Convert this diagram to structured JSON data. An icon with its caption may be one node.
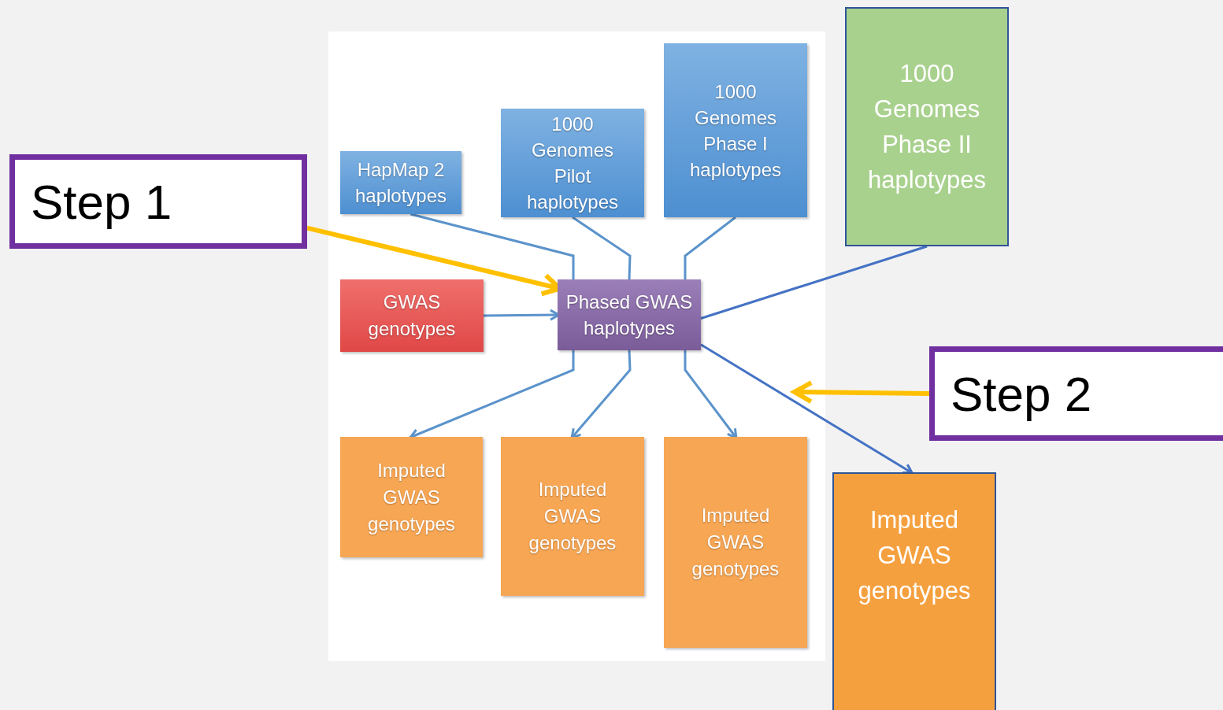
{
  "diagram": {
    "nodes": [
      {
        "text": [
          "HapMap 2 haplotypes"
        ]
      },
      {
        "text": [
          "1000 Genomes Pilot haplotypes"
        ]
      },
      {
        "text": [
          "1000 Genomes Phase I haplotypes"
        ]
      },
      {
        "text": [
          "1000 Genomes Phase II haplotypes"
        ]
      },
      {
        "text": [
          "GWAS genotypes"
        ]
      },
      {
        "text": [
          "Phased GWAS haplotypes"
        ]
      },
      {
        "text": [
          "Imputed GWAS genotypes"
        ]
      },
      {
        "text": [
          "Imputed GWAS genotypes"
        ]
      },
      {
        "text": [
          "Imputed GWAS genotypes"
        ]
      },
      {
        "text": [
          "Imputed GWAS genotypes"
        ]
      },
      {
        "text": [
          "Step 1"
        ]
      },
      {
        "text": [
          "Step 2"
        ]
      }
    ],
    "edges": [
      {
        "from": 0,
        "to": 5,
        "arrow": "none"
      },
      {
        "from": 1,
        "to": 5,
        "arrow": "none"
      },
      {
        "from": 2,
        "to": 5,
        "arrow": "none"
      },
      {
        "from": 3,
        "to": 5,
        "arrow": "none",
        "color": "#4472c4"
      },
      {
        "from": 4,
        "to": 5,
        "arrow": "to"
      },
      {
        "from": 5,
        "to": 6,
        "arrow": "to"
      },
      {
        "from": 5,
        "to": 7,
        "arrow": "to"
      },
      {
        "from": 5,
        "to": 8,
        "arrow": "to"
      },
      {
        "from": 5,
        "to": 9,
        "arrow": "to",
        "color": "#4472c4"
      },
      {
        "from": 10,
        "to": 5,
        "arrow": "to",
        "style": "thick",
        "color": "#ffc000"
      },
      {
        "from": 11,
        "to": null,
        "arrow": "to",
        "style": "thick",
        "color": "#ffc000"
      }
    ]
  }
}
